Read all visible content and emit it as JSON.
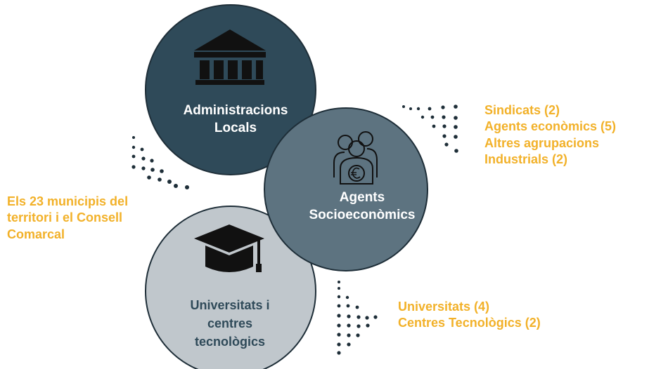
{
  "circles": {
    "admin": {
      "label_line1": "Administracions",
      "label_line2": "Locals",
      "color": "#2f4a59",
      "icon": "government-building-icon"
    },
    "agents": {
      "label_line1": "Agents",
      "label_line2": "Socioeconòmics",
      "color": "#5d7380",
      "icon": "people-euro-icon"
    },
    "univ": {
      "label_line1": "Universitats i",
      "label_line2": "centres",
      "label_line3": "tecnològics",
      "color": "#c0c7cc",
      "icon": "graduation-cap-icon"
    }
  },
  "details": {
    "agents": [
      "Sindicats (2)",
      "Agents econòmics (5)",
      "Altres agrupacions",
      "Industrials (2)"
    ],
    "admin": [
      "Els 23 municipis del",
      "territori i el Consell",
      "Comarcal"
    ],
    "univ": [
      "Universitats (4)",
      "Centres Tecnològics (2)"
    ]
  },
  "accent_color": "#f2b129",
  "outline_color": "#1e2e38"
}
